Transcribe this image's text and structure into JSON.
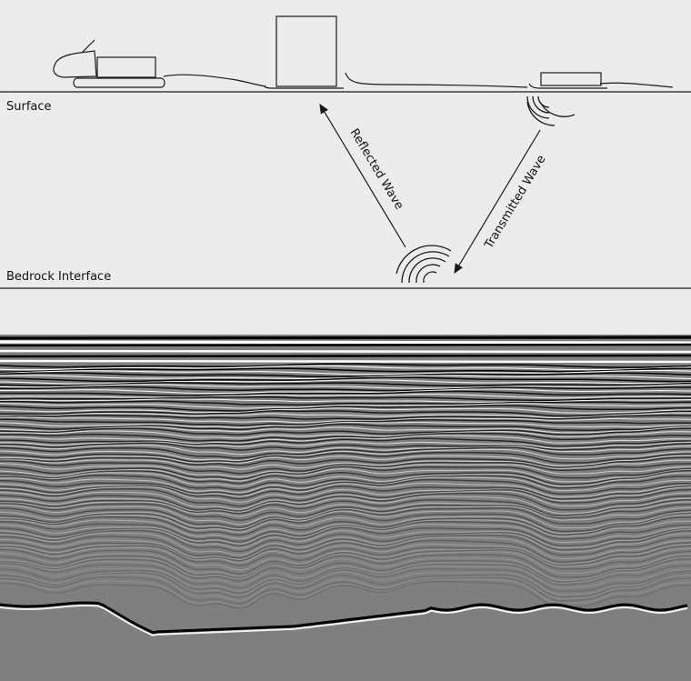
{
  "labels": {
    "surface": "Surface",
    "bedrock": "Bedrock Interface",
    "reflected": "Reflected Wave",
    "transmitted": "Transmitted Wave"
  },
  "colors": {
    "background": "#ececec",
    "line": "#1a1a1a",
    "radargram_base": "#7f7f7f"
  },
  "icons": [
    "snowmobile-icon",
    "sled-icon",
    "tall-box-icon",
    "antenna-sled-icon",
    "signal-arcs-icon"
  ]
}
